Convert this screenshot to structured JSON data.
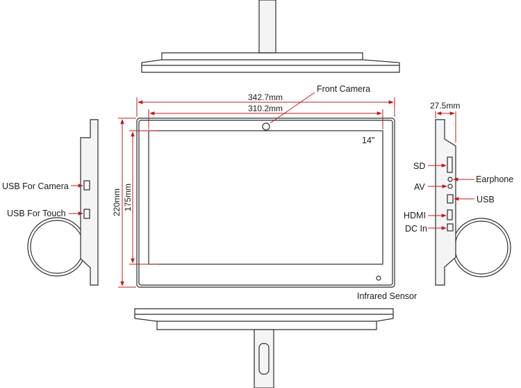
{
  "labels": {
    "front_camera": "Front Camera",
    "infrared_sensor": "Infrared Sensor",
    "screen_size": "14\"",
    "usb_for_camera": "USB For Camera",
    "usb_for_touch": "USB For Touch",
    "sd": "SD",
    "av": "AV",
    "hdmi": "HDMI",
    "dc_in": "DC In",
    "earphone": "Earphone",
    "usb": "USB"
  },
  "dimensions": {
    "overall_width": "342.7mm",
    "screen_width": "310.2mm",
    "overall_height": "220mm",
    "screen_height": "175mm",
    "depth": "27.5mm"
  },
  "colors": {
    "dimension_line": "#c0181e",
    "outline": "#2b2b2b"
  }
}
